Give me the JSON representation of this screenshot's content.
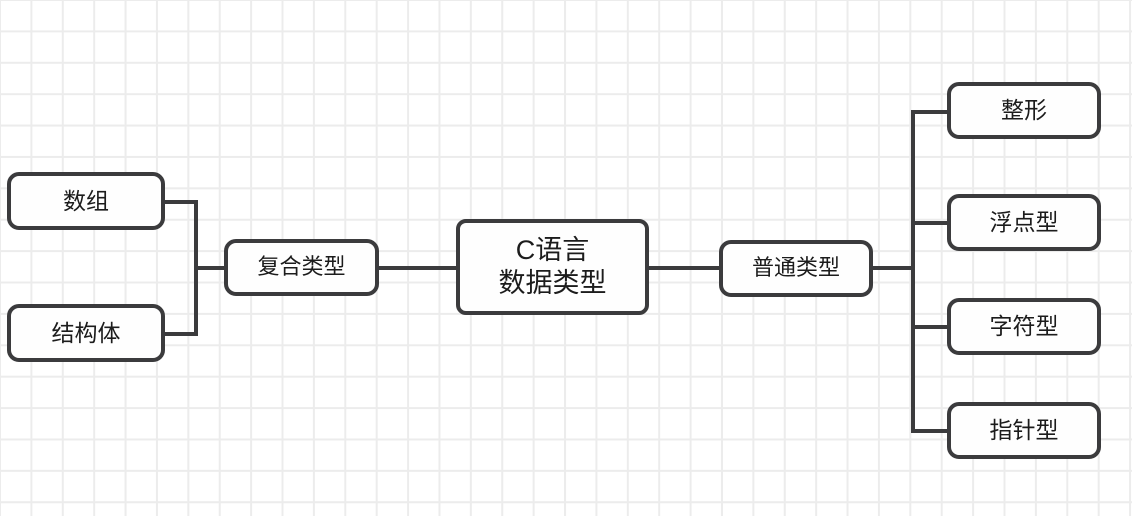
{
  "diagram": {
    "title_node": {
      "id": "root",
      "label": "C语言\n数据类型"
    },
    "branches": [
      {
        "id": "compound",
        "label": "复合类型",
        "side": "left",
        "children": [
          {
            "id": "array",
            "label": "数组"
          },
          {
            "id": "struct",
            "label": "结构体"
          }
        ]
      },
      {
        "id": "basic",
        "label": "普通类型",
        "side": "right",
        "children": [
          {
            "id": "integer",
            "label": "整形"
          },
          {
            "id": "float",
            "label": "浮点型"
          },
          {
            "id": "char",
            "label": "字符型"
          },
          {
            "id": "pointer",
            "label": "指针型"
          }
        ]
      }
    ],
    "style": {
      "node_border_color": "#3b3b3d",
      "node_fill_color": "#fefefe",
      "connector_color": "#3b3b3d",
      "grid_line_color": "#ececec",
      "background_color": "#ffffff",
      "text_color": "#1c1c1c"
    }
  }
}
